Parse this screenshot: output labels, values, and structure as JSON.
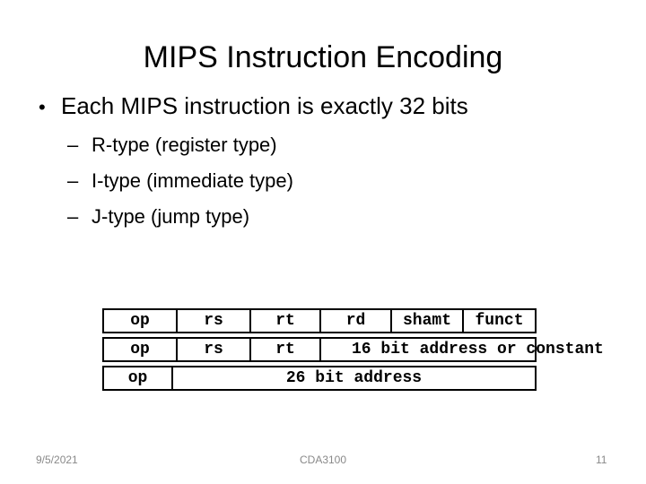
{
  "slide": {
    "title": "MIPS Instruction Encoding",
    "bullet": {
      "marker": "•",
      "text": "Each MIPS instruction is exactly 32 bits"
    },
    "sub_bullets": [
      {
        "marker": "–",
        "text": "R-type (register type)"
      },
      {
        "marker": "–",
        "text": "I-type (immediate type)"
      },
      {
        "marker": "–",
        "text": "J-type (jump type)"
      }
    ],
    "encoding_table": {
      "rows": [
        {
          "cells": [
            "op",
            "rs",
            "rt",
            "rd",
            "shamt",
            "funct"
          ]
        },
        {
          "cells": [
            "op",
            "rs",
            "rt",
            "16 bit address or constant"
          ]
        },
        {
          "cells": [
            "op",
            "26 bit address"
          ]
        }
      ]
    },
    "footer": {
      "date": "9/5/2021",
      "center": "CDA3100",
      "page_number": "11"
    }
  },
  "colors": {
    "background": "#ffffff",
    "text": "#000000",
    "table_border": "#000000",
    "footer_text": "#898989"
  }
}
